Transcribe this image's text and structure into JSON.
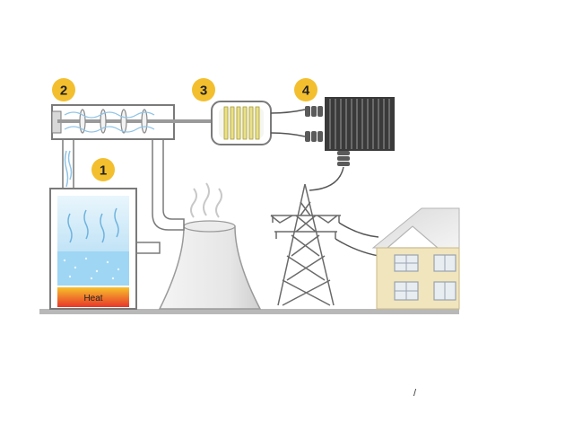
{
  "labels": {
    "step1": "1",
    "step2": "2",
    "step3": "3",
    "step4": "4",
    "heat": "Heat",
    "stray_mark": "/"
  },
  "colors": {
    "badge": "#f3bf2e",
    "water": "#bfe3f7",
    "steam": "#8fc4e6",
    "heat_top": "#f7c12b",
    "heat_bottom": "#e8352b",
    "transformer": "#3a3a3a",
    "house_wall": "#f1e5bd",
    "ground": "#b8b8b8"
  },
  "icons": {
    "boiler": "boiler-icon",
    "turbine": "turbine-icon",
    "generator": "generator-icon",
    "transformer": "transformer-icon",
    "cooling_tower": "cooling-tower-icon",
    "pylon": "pylon-icon",
    "house": "house-icon"
  }
}
